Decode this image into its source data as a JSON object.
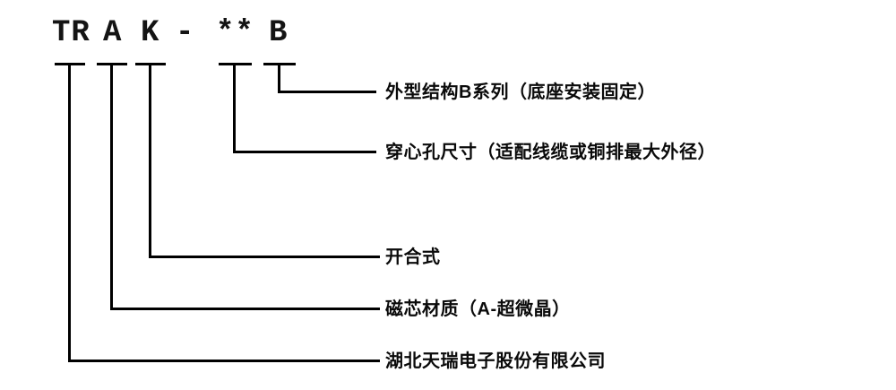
{
  "model_code": {
    "segments": {
      "manufacturer": "TR",
      "core_material": "A",
      "split_type": "K",
      "separator": "-",
      "hole_size": "**",
      "structure": "B"
    }
  },
  "callouts": {
    "structure": {
      "label": "外型结构B系列（底座安装固定）"
    },
    "hole_size": {
      "label": "穿心孔尺寸（适配线缆或铜排最大外径）"
    },
    "split_type": {
      "label": "开合式"
    },
    "core_material": {
      "label": "磁芯材质（A-超微晶）"
    },
    "manufacturer": {
      "label": "湖北天瑞电子股份有限公司"
    }
  },
  "colors": {
    "background": "#ffffff",
    "line": "#000000",
    "text": "#0a0a0a"
  }
}
